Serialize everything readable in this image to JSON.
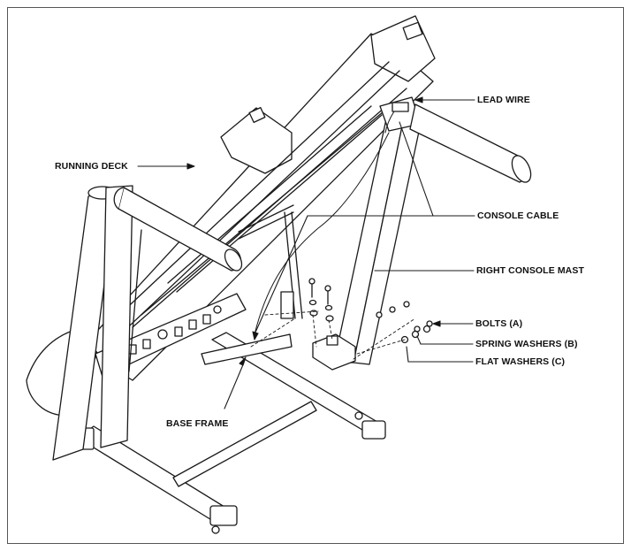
{
  "diagram": {
    "labels": {
      "lead_wire": "LEAD WIRE",
      "running_deck": "RUNNING DECK",
      "console_cable": "CONSOLE CABLE",
      "right_console_mast": "RIGHT CONSOLE MAST",
      "bolts": "BOLTS (A)",
      "spring_washers": "SPRING WASHERS (B)",
      "flat_washers": "FLAT WASHERS (C)",
      "base_frame": "BASE FRAME"
    }
  }
}
